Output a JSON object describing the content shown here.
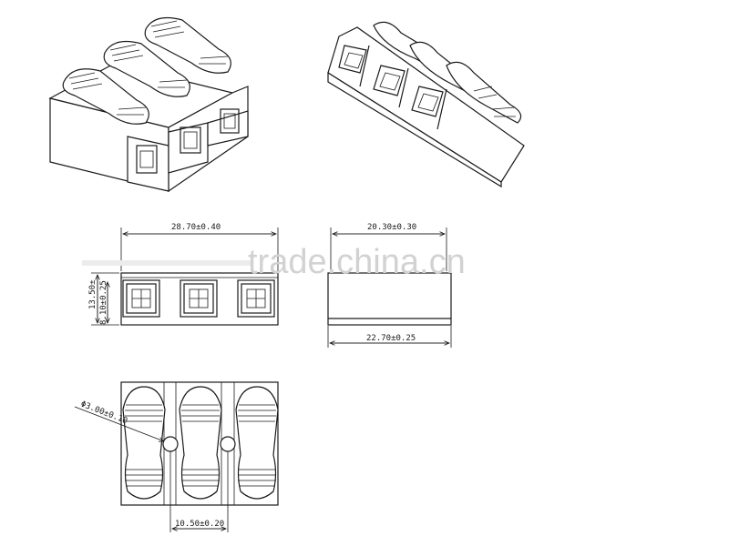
{
  "drawing": {
    "front_view": {
      "width_dim": "28.70±0.40",
      "height_dim": "13.50±",
      "inner_height_dim": "8.10±0.25"
    },
    "side_view": {
      "top_dim": "20.30±0.30",
      "bottom_dim": "22.70±0.25"
    },
    "top_view": {
      "hole_dim": "Φ3.00±0.10",
      "pitch_dim": "10.50±0.20"
    }
  },
  "watermark": "trade.china.cn"
}
